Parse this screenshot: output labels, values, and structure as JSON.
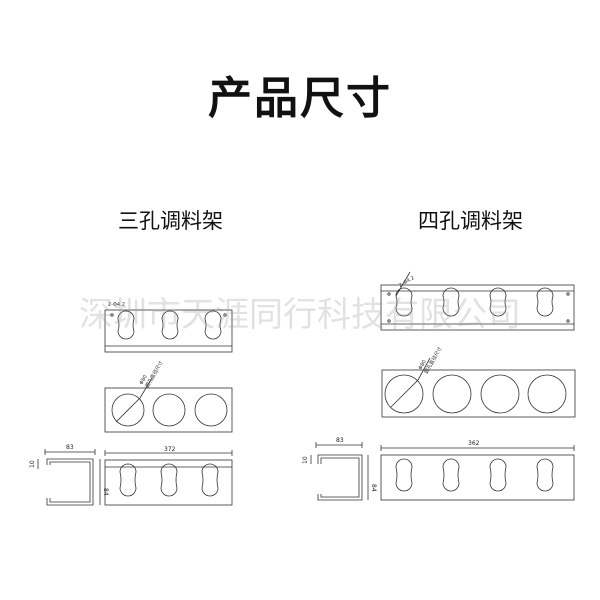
{
  "title": "产品尺寸",
  "subtitles": {
    "three_hole": "三孔调料架",
    "four_hole": "四孔调料架"
  },
  "watermark": "深圳市天涯同行科技有限公司",
  "dimensions": {
    "three_hole": {
      "width": "372",
      "depth": "83",
      "height": "84",
      "lip": "10"
    },
    "four_hole": {
      "width": "362",
      "depth": "83",
      "height": "84",
      "lip": "10"
    }
  },
  "labels": {
    "slot_note_left": "2-Φ4.2",
    "slot_note_right": "2-Φ4.2",
    "circle_note_left": "Φ80",
    "circle_note_left_sub": "圆孔直径尺寸",
    "circle_note_right": "Φ80",
    "circle_note_right_sub": "圆孔直径尺寸"
  },
  "line_color": "#333333"
}
